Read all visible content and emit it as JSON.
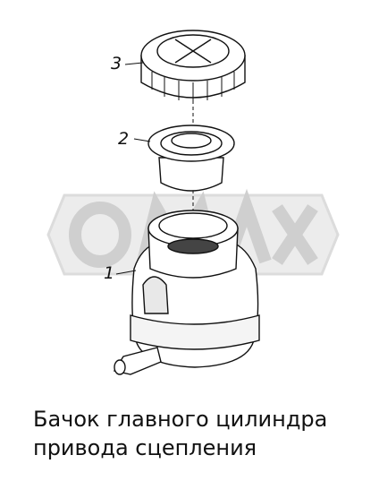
{
  "callouts": [
    {
      "id": "cap",
      "number": "3"
    },
    {
      "id": "seal",
      "number": "2"
    },
    {
      "id": "tank",
      "number": "1"
    }
  ],
  "watermark": {
    "text": "OMAX"
  },
  "caption": {
    "line1": "Бачок главного цилиндра",
    "line2": "привода сцепления"
  },
  "colors": {
    "line": "#111111",
    "watermark": "#d9d9d9"
  }
}
